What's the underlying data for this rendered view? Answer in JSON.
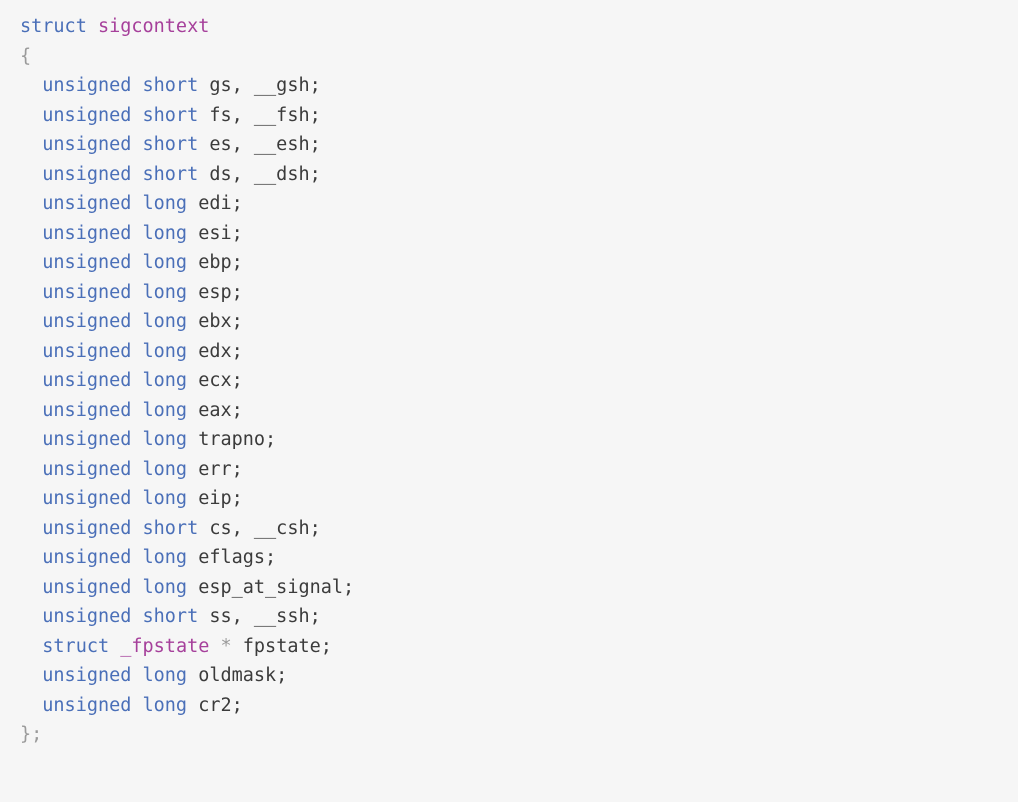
{
  "colors": {
    "background": "#f6f6f6",
    "keyword": "#4a6fb8",
    "type_name": "#a6409b",
    "identifier": "#3b3b3b",
    "brace": "#9a9a9a"
  },
  "code": {
    "header": {
      "keyword": "struct",
      "name": "sigcontext"
    },
    "open_brace": "{",
    "fields": [
      {
        "type": "unsigned short",
        "rest": " gs, __gsh;"
      },
      {
        "type": "unsigned short",
        "rest": " fs, __fsh;"
      },
      {
        "type": "unsigned short",
        "rest": " es, __esh;"
      },
      {
        "type": "unsigned short",
        "rest": " ds, __dsh;"
      },
      {
        "type": "unsigned long",
        "rest": " edi;"
      },
      {
        "type": "unsigned long",
        "rest": " esi;"
      },
      {
        "type": "unsigned long",
        "rest": " ebp;"
      },
      {
        "type": "unsigned long",
        "rest": " esp;"
      },
      {
        "type": "unsigned long",
        "rest": " ebx;"
      },
      {
        "type": "unsigned long",
        "rest": " edx;"
      },
      {
        "type": "unsigned long",
        "rest": " ecx;"
      },
      {
        "type": "unsigned long",
        "rest": " eax;"
      },
      {
        "type": "unsigned long",
        "rest": " trapno;"
      },
      {
        "type": "unsigned long",
        "rest": " err;"
      },
      {
        "type": "unsigned long",
        "rest": " eip;"
      },
      {
        "type": "unsigned short",
        "rest": " cs, __csh;"
      },
      {
        "type": "unsigned long",
        "rest": " eflags;"
      },
      {
        "type": "unsigned long",
        "rest": " esp_at_signal;"
      },
      {
        "type": "unsigned short",
        "rest": " ss, __ssh;"
      }
    ],
    "fpstate_field": {
      "keyword": "struct",
      "type_name": "_fpstate",
      "star": " *",
      "rest": " fpstate;"
    },
    "tail_fields": [
      {
        "type": "unsigned long",
        "rest": " oldmask;"
      },
      {
        "type": "unsigned long",
        "rest": " cr2;"
      }
    ],
    "close_brace": "}",
    "terminator": ";"
  }
}
